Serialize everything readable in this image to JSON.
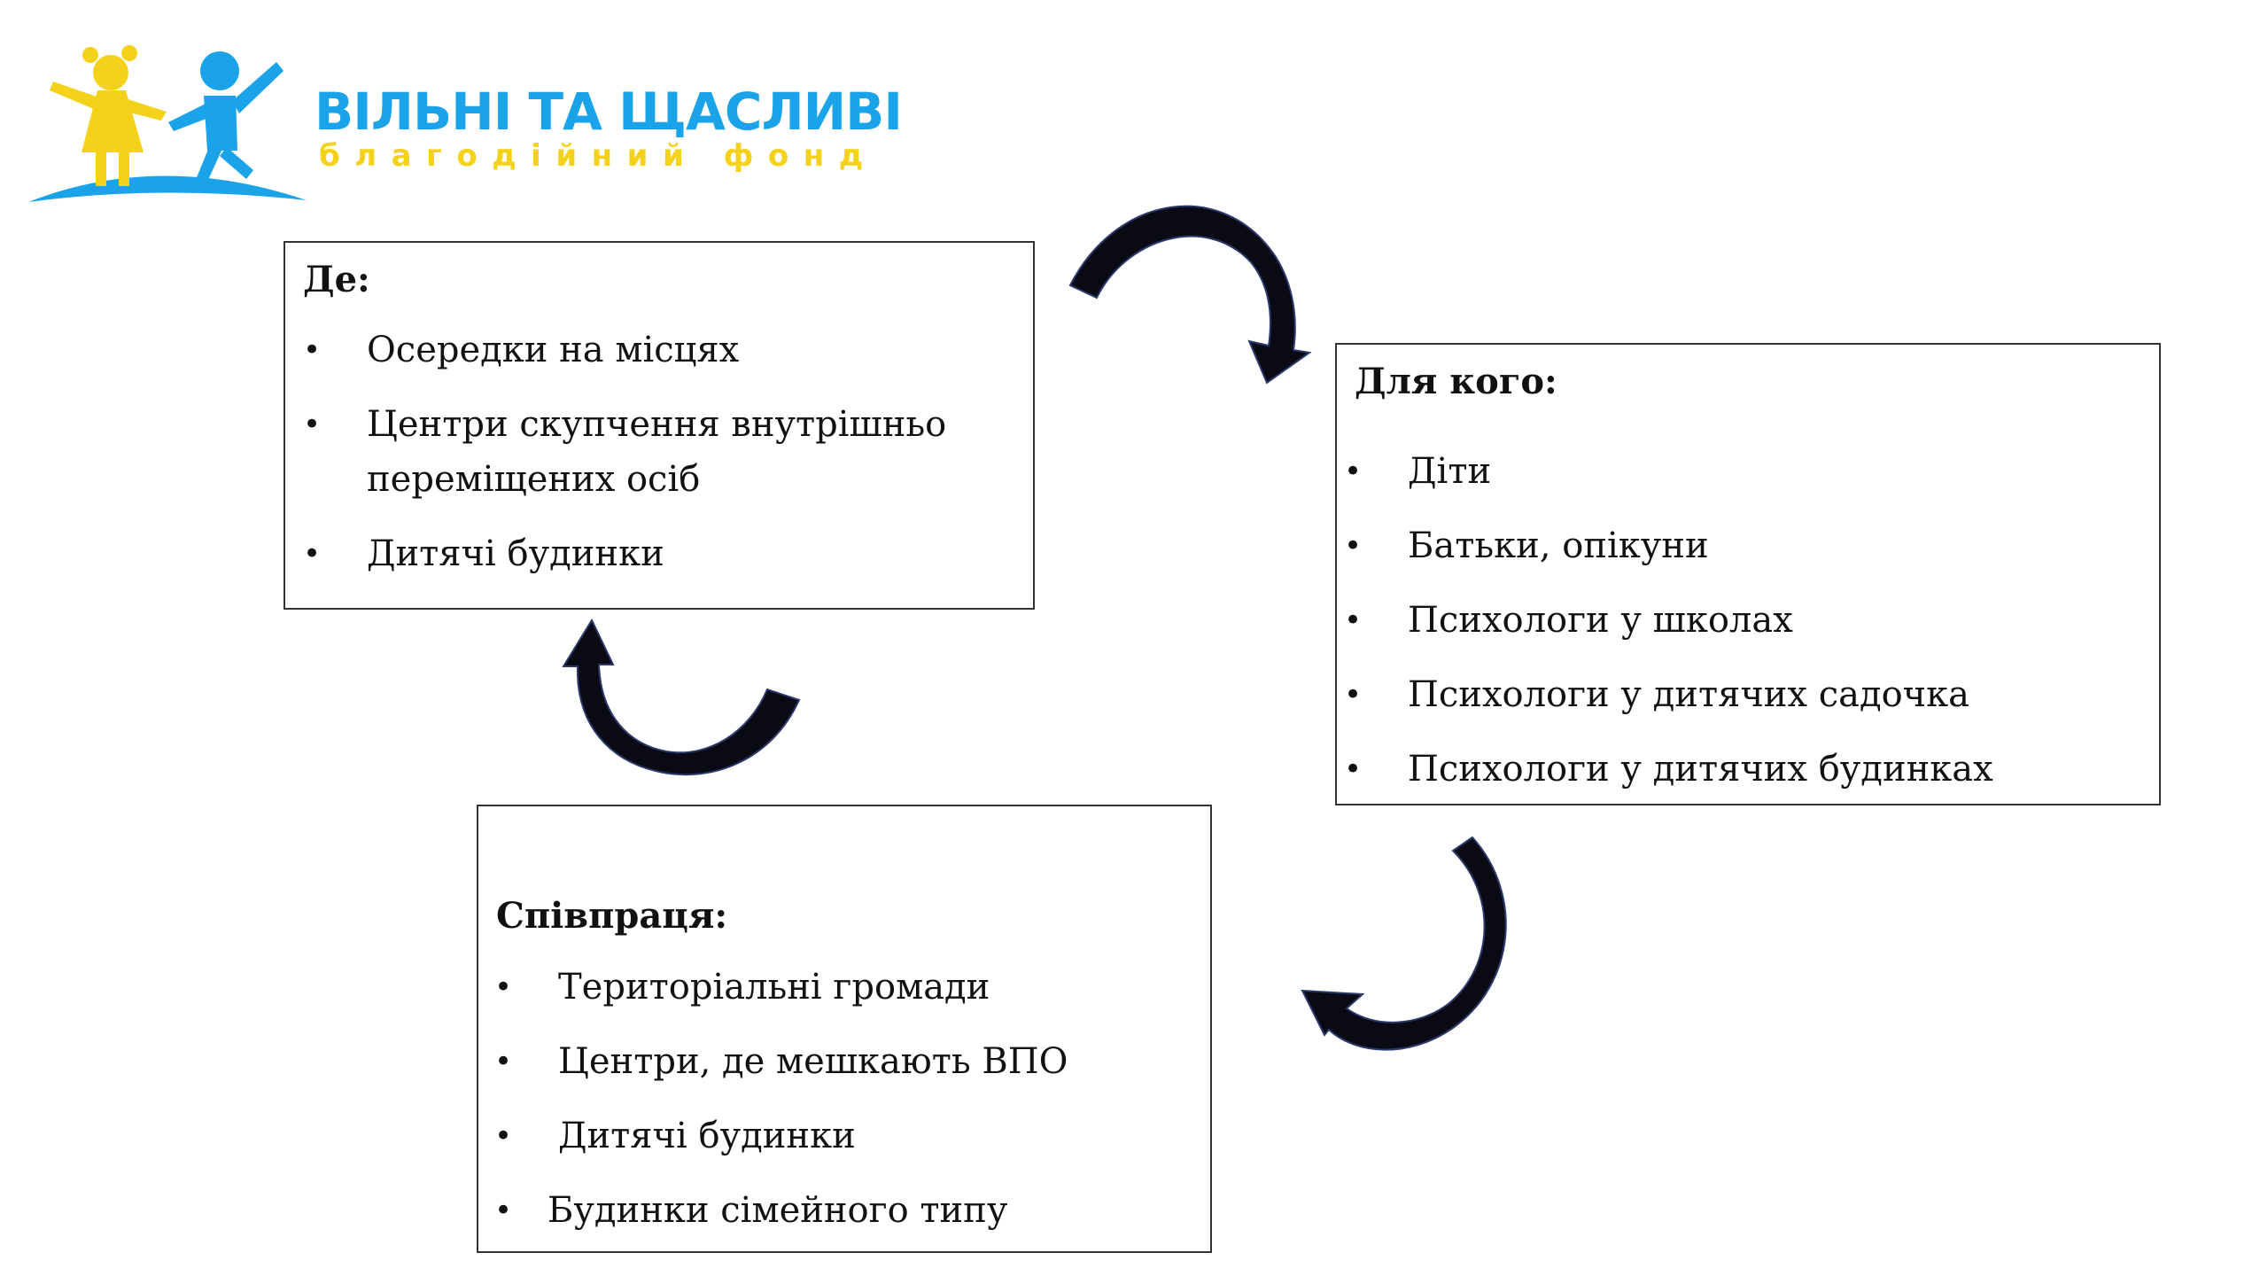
{
  "logo": {
    "title": "ВІЛЬНІ ТА ЩАСЛИВІ",
    "subtitle": "благодійний фонд",
    "colors": {
      "blue": "#1aa3e8",
      "yellow": "#f5d21a"
    }
  },
  "boxes": {
    "where": {
      "title": "Де:",
      "items": [
        "Осередки на місцях",
        "Центри скупчення внутрішньо переміщених осіб",
        "Дитячі будинки"
      ]
    },
    "who": {
      "title": "Для кого:",
      "items": [
        "Діти",
        "Батьки, опікуни",
        "Психологи у школах",
        "Психологи у дитячих садочка",
        "Психологи у дитячих будинках"
      ]
    },
    "coop": {
      "title": "Співпраця:",
      "items": [
        "Територіальні громади",
        "Центри, де мешкають ВПО",
        "Дитячі будинки",
        "Будинки сімейного типу"
      ]
    }
  },
  "arrows": {
    "fill": "#0a0a14",
    "stroke": "#2b3a6b"
  }
}
